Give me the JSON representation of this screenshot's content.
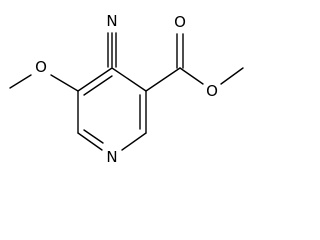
{
  "molecule": {
    "atoms": {
      "nitrile_n": "N",
      "ring_n": "N",
      "methoxy_o": "O",
      "carbonyl_o": "O",
      "ester_o": "O"
    }
  }
}
